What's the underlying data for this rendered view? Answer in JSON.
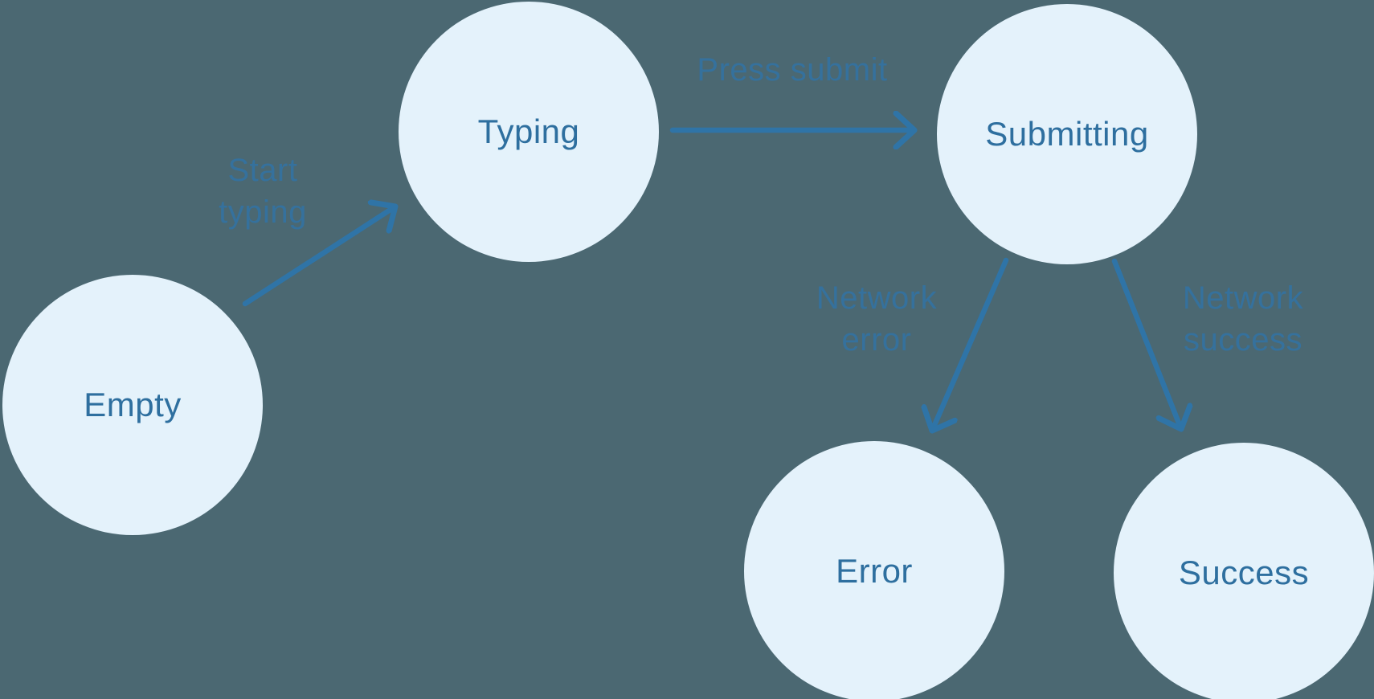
{
  "colors": {
    "background": "#4B6872",
    "node_fill": "#E4F2FB",
    "node_text": "#2E6F9F",
    "arrow": "#2F74A7",
    "edge_label": "#35719D"
  },
  "diagram": {
    "type": "state-machine",
    "nodes": [
      {
        "id": "empty",
        "label": "Empty"
      },
      {
        "id": "typing",
        "label": "Typing"
      },
      {
        "id": "submitting",
        "label": "Submitting"
      },
      {
        "id": "error",
        "label": "Error"
      },
      {
        "id": "success",
        "label": "Success"
      }
    ],
    "edges": [
      {
        "from": "Empty",
        "to": "Typing",
        "label": "Start typing",
        "lines": [
          "Start",
          "typing"
        ]
      },
      {
        "from": "Typing",
        "to": "Submitting",
        "label": "Press submit",
        "lines": [
          "Press submit"
        ]
      },
      {
        "from": "Submitting",
        "to": "Error",
        "label": "Network error",
        "lines": [
          "Network",
          "error"
        ]
      },
      {
        "from": "Submitting",
        "to": "Success",
        "label": "Network success",
        "lines": [
          "Network",
          "success"
        ]
      }
    ]
  }
}
